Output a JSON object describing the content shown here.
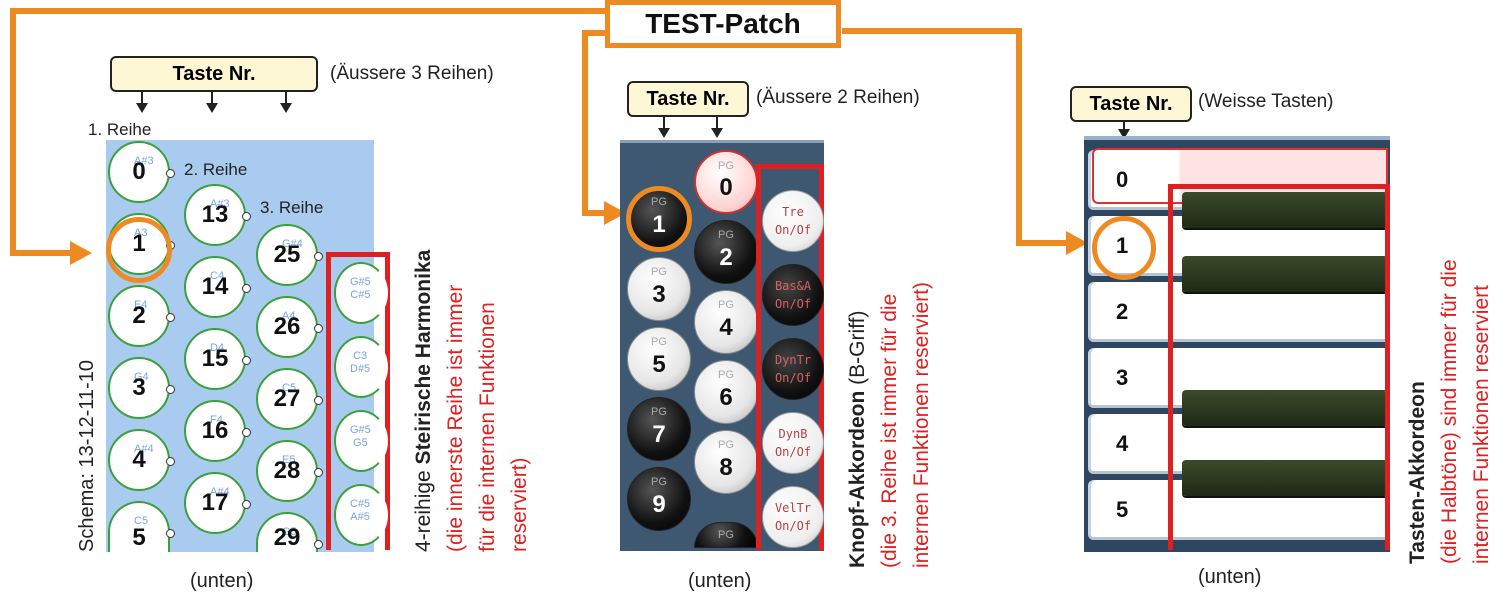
{
  "patch_title": "TEST-Patch",
  "panel_left": {
    "label_box": "Taste Nr.",
    "label_hint": "(Äussere 3 Reihen)",
    "row1": "1. Reihe",
    "row2": "2. Reihe",
    "row3": "3. Reihe",
    "schema": "Schema: 13-12-11-10",
    "buttons_col1": [
      "0",
      "1",
      "2",
      "3",
      "4",
      "5"
    ],
    "buttons_col2": [
      "13",
      "14",
      "15",
      "16",
      "17"
    ],
    "buttons_col3": [
      "25",
      "26",
      "27",
      "28",
      "29"
    ],
    "ghost_col1": [
      "A#3",
      "A3",
      "E4",
      "G4",
      "A#4",
      "C5"
    ],
    "ghost_col2": [
      "A#3",
      "C4",
      "D4",
      "F4",
      "A#4"
    ],
    "ghost_col3": [
      "G#4",
      "A4",
      "C5",
      "E5",
      "G5"
    ],
    "ghost_reserved": [
      "G#5\nC#5",
      "C3\nD#5",
      "G#5\nG5",
      "C#5\nA#5"
    ],
    "bottom": "(unten)",
    "caption_prefix": "4-reihige ",
    "caption_bold": "Steirische Harmonika",
    "caption_red_1": "(die innerste Reihe ist immer",
    "caption_red_2": "für die internen Funktionen",
    "caption_red_3": "reserviert)"
  },
  "panel_mid": {
    "label_box": "Taste Nr.",
    "label_hint": "(Äussere 2 Reihen)",
    "buttons_left": [
      "1",
      "3",
      "5",
      "7",
      "9"
    ],
    "buttons_right": [
      "0",
      "2",
      "4",
      "6",
      "8"
    ],
    "pg_label": "PG",
    "func_buttons": [
      "Tre\nOn/Of",
      "Bas&A\nOn/Of",
      "DynTr\nOn/Of",
      "DynB\nOn/Of",
      "VelTr\nOn/Of"
    ],
    "bottom": "(unten)",
    "caption_bold": "Knopf-Akkordeon",
    "caption_normal": " (B-Griff)",
    "caption_red_1": "(die 3. Reihe ist immer für die",
    "caption_red_2": "internen Funktionen reserviert)"
  },
  "panel_right": {
    "label_box": "Taste Nr.",
    "label_hint": "(Weisse Tasten)",
    "keys": [
      "0",
      "1",
      "2",
      "3",
      "4",
      "5"
    ],
    "bottom": "(unten)",
    "caption_bold": "Tasten-Akkordeon",
    "caption_red_1": "(die Halbtöne) sind immer für die",
    "caption_red_2": "internen Funktionen reserviert"
  },
  "colors": {
    "orange": "#ee8a22",
    "red": "#e02020",
    "blue_panel": "#a9cbf0",
    "dark_panel": "#3d5870"
  }
}
